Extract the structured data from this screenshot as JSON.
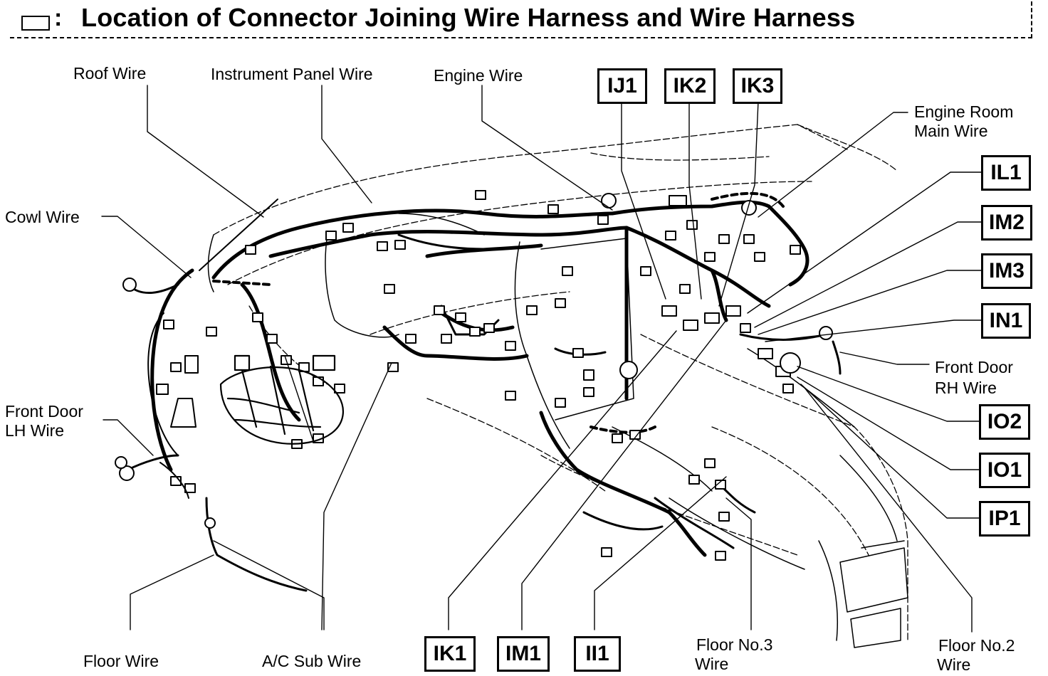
{
  "title": "Location of Connector Joining Wire Harness and Wire Harness",
  "title_colon": ":",
  "wire_labels": {
    "roof": "Roof Wire",
    "instrument_panel": "Instrument Panel Wire",
    "engine": "Engine Wire",
    "engine_room_main_1": "Engine Room",
    "engine_room_main_2": "Main Wire",
    "cowl": "Cowl Wire",
    "front_door_lh_1": "Front Door",
    "front_door_lh_2": "LH Wire",
    "front_door_rh_1": "Front Door",
    "front_door_rh_2": "RH Wire",
    "floor": "Floor Wire",
    "ac_sub": "A/C Sub Wire",
    "floor_no3_1": "Floor No.3",
    "floor_no3_2": "Wire",
    "floor_no2_1": "Floor No.2",
    "floor_no2_2": "Wire"
  },
  "connectors": {
    "ij1": "IJ1",
    "ik2": "IK2",
    "ik3": "IK3",
    "il1": "IL1",
    "im2": "IM2",
    "im3": "IM3",
    "in1": "IN1",
    "io2": "IO2",
    "io1": "IO1",
    "ip1": "IP1",
    "ik1": "IK1",
    "im1": "IM1",
    "ii1": "II1"
  }
}
